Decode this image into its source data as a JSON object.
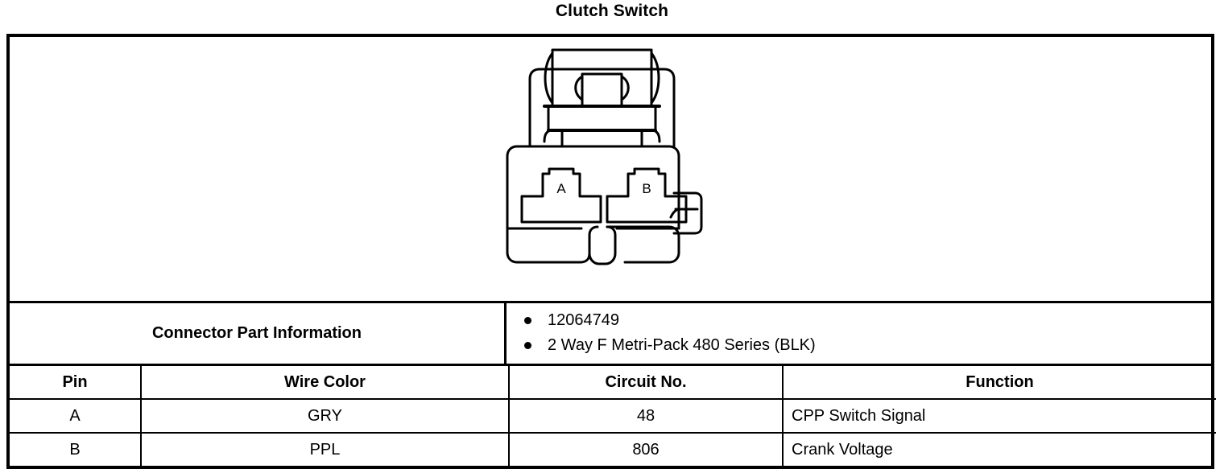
{
  "title": "Clutch Switch",
  "connector": {
    "cavities": [
      {
        "label": "A"
      },
      {
        "label": "B"
      }
    ]
  },
  "part_info": {
    "label": "Connector Part Information",
    "values": [
      "12064749",
      "2 Way F Metri-Pack 480 Series (BLK)"
    ]
  },
  "pin_table": {
    "headers": [
      "Pin",
      "Wire Color",
      "Circuit No.",
      "Function"
    ],
    "rows": [
      {
        "pin": "A",
        "wire_color": "GRY",
        "circuit_no": "48",
        "function": "CPP Switch Signal"
      },
      {
        "pin": "B",
        "wire_color": "PPL",
        "circuit_no": "806",
        "function": "Crank Voltage"
      }
    ]
  },
  "colors": {
    "ink": "#000000",
    "paper": "#ffffff"
  }
}
